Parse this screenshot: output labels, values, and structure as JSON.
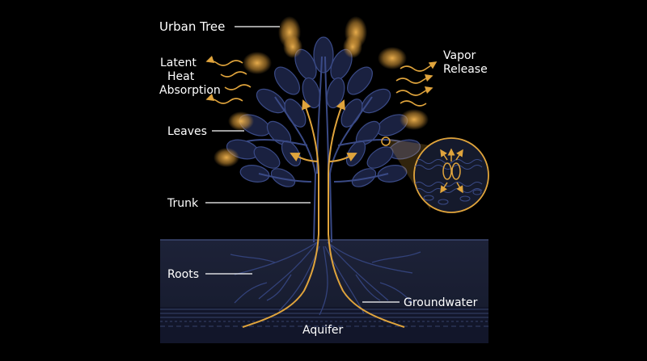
{
  "labels": {
    "urban_tree": "Urban Tree",
    "latent": [
      "Latent",
      "Heat",
      "Absorption"
    ],
    "vapor": [
      "Vapor",
      "Release"
    ],
    "leaves": "Leaves",
    "trunk": "Trunk",
    "roots": "Roots",
    "groundwater": "Groundwater",
    "aquifer": "Aquifer"
  },
  "colors": {
    "background": "#000000",
    "soil": "#1b1f33",
    "aquifer": "#131729",
    "tree_line": "#3a4a86",
    "leaf_fill": "#1a2140",
    "flow": "#e0a43c",
    "label": "#ffffff"
  }
}
